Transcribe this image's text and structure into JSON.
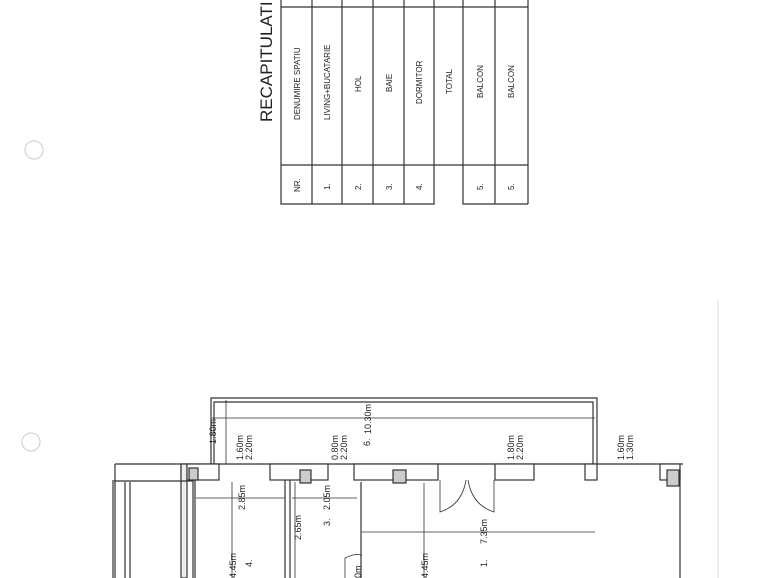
{
  "document": {
    "title": "RECAPITULATI",
    "table": {
      "header": {
        "nr": "NR.",
        "name": "DENUMIRE  SPATIU"
      },
      "rows": [
        {
          "nr": "1.",
          "name": "LIVING+BUCATARIE"
        },
        {
          "nr": "2.",
          "name": "HOL"
        },
        {
          "nr": "3.",
          "name": "BAIE"
        },
        {
          "nr": "4.",
          "name": "DORMITOR"
        },
        {
          "nr": "",
          "name": "TOTAL"
        },
        {
          "nr": "5.",
          "name": "BALCON"
        },
        {
          "nr": "5.",
          "name": "BALCON"
        }
      ]
    },
    "plan": {
      "balcony_depth": "1.80m",
      "balcony_length": "10.30m",
      "balcony_number": "6.",
      "window1": {
        "w": "1.60m",
        "h": "2.20m"
      },
      "window2": {
        "w": "0.80m",
        "h": "2.20m"
      },
      "door_balcony": {
        "w": "1.80m",
        "h": "2.20m"
      },
      "window3": {
        "w": "1.60m",
        "h": "1.30m"
      },
      "dim_bedroom_width": "2.85m",
      "dim_bath_width": "2.05m",
      "bath_number": "3.",
      "dim_bath_length": "2.65m",
      "dim_bedroom_length": "4.45m",
      "bedroom_number": "4.",
      "dim_living_length": "4.45m",
      "dim_living_width": "7.35m",
      "living_number": "1.",
      "partial_door_label": "0m"
    }
  }
}
